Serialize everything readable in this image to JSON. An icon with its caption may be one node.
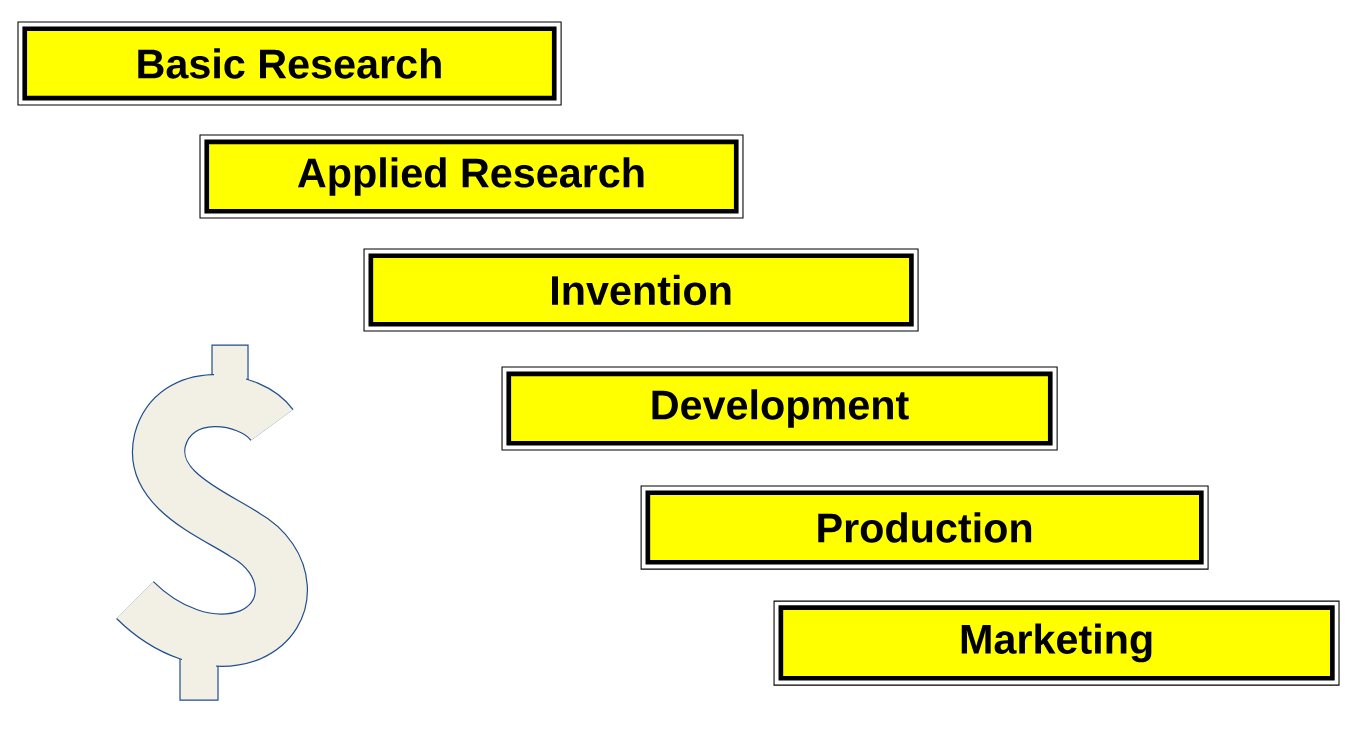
{
  "diagram": {
    "nodes": [
      {
        "text": [
          "Basic Research"
        ]
      },
      {
        "text": [
          "Applied Research"
        ]
      },
      {
        "text": [
          "Invention"
        ]
      },
      {
        "text": [
          "Development"
        ]
      },
      {
        "text": [
          "Production"
        ]
      },
      {
        "text": [
          "Marketing"
        ]
      }
    ]
  }
}
